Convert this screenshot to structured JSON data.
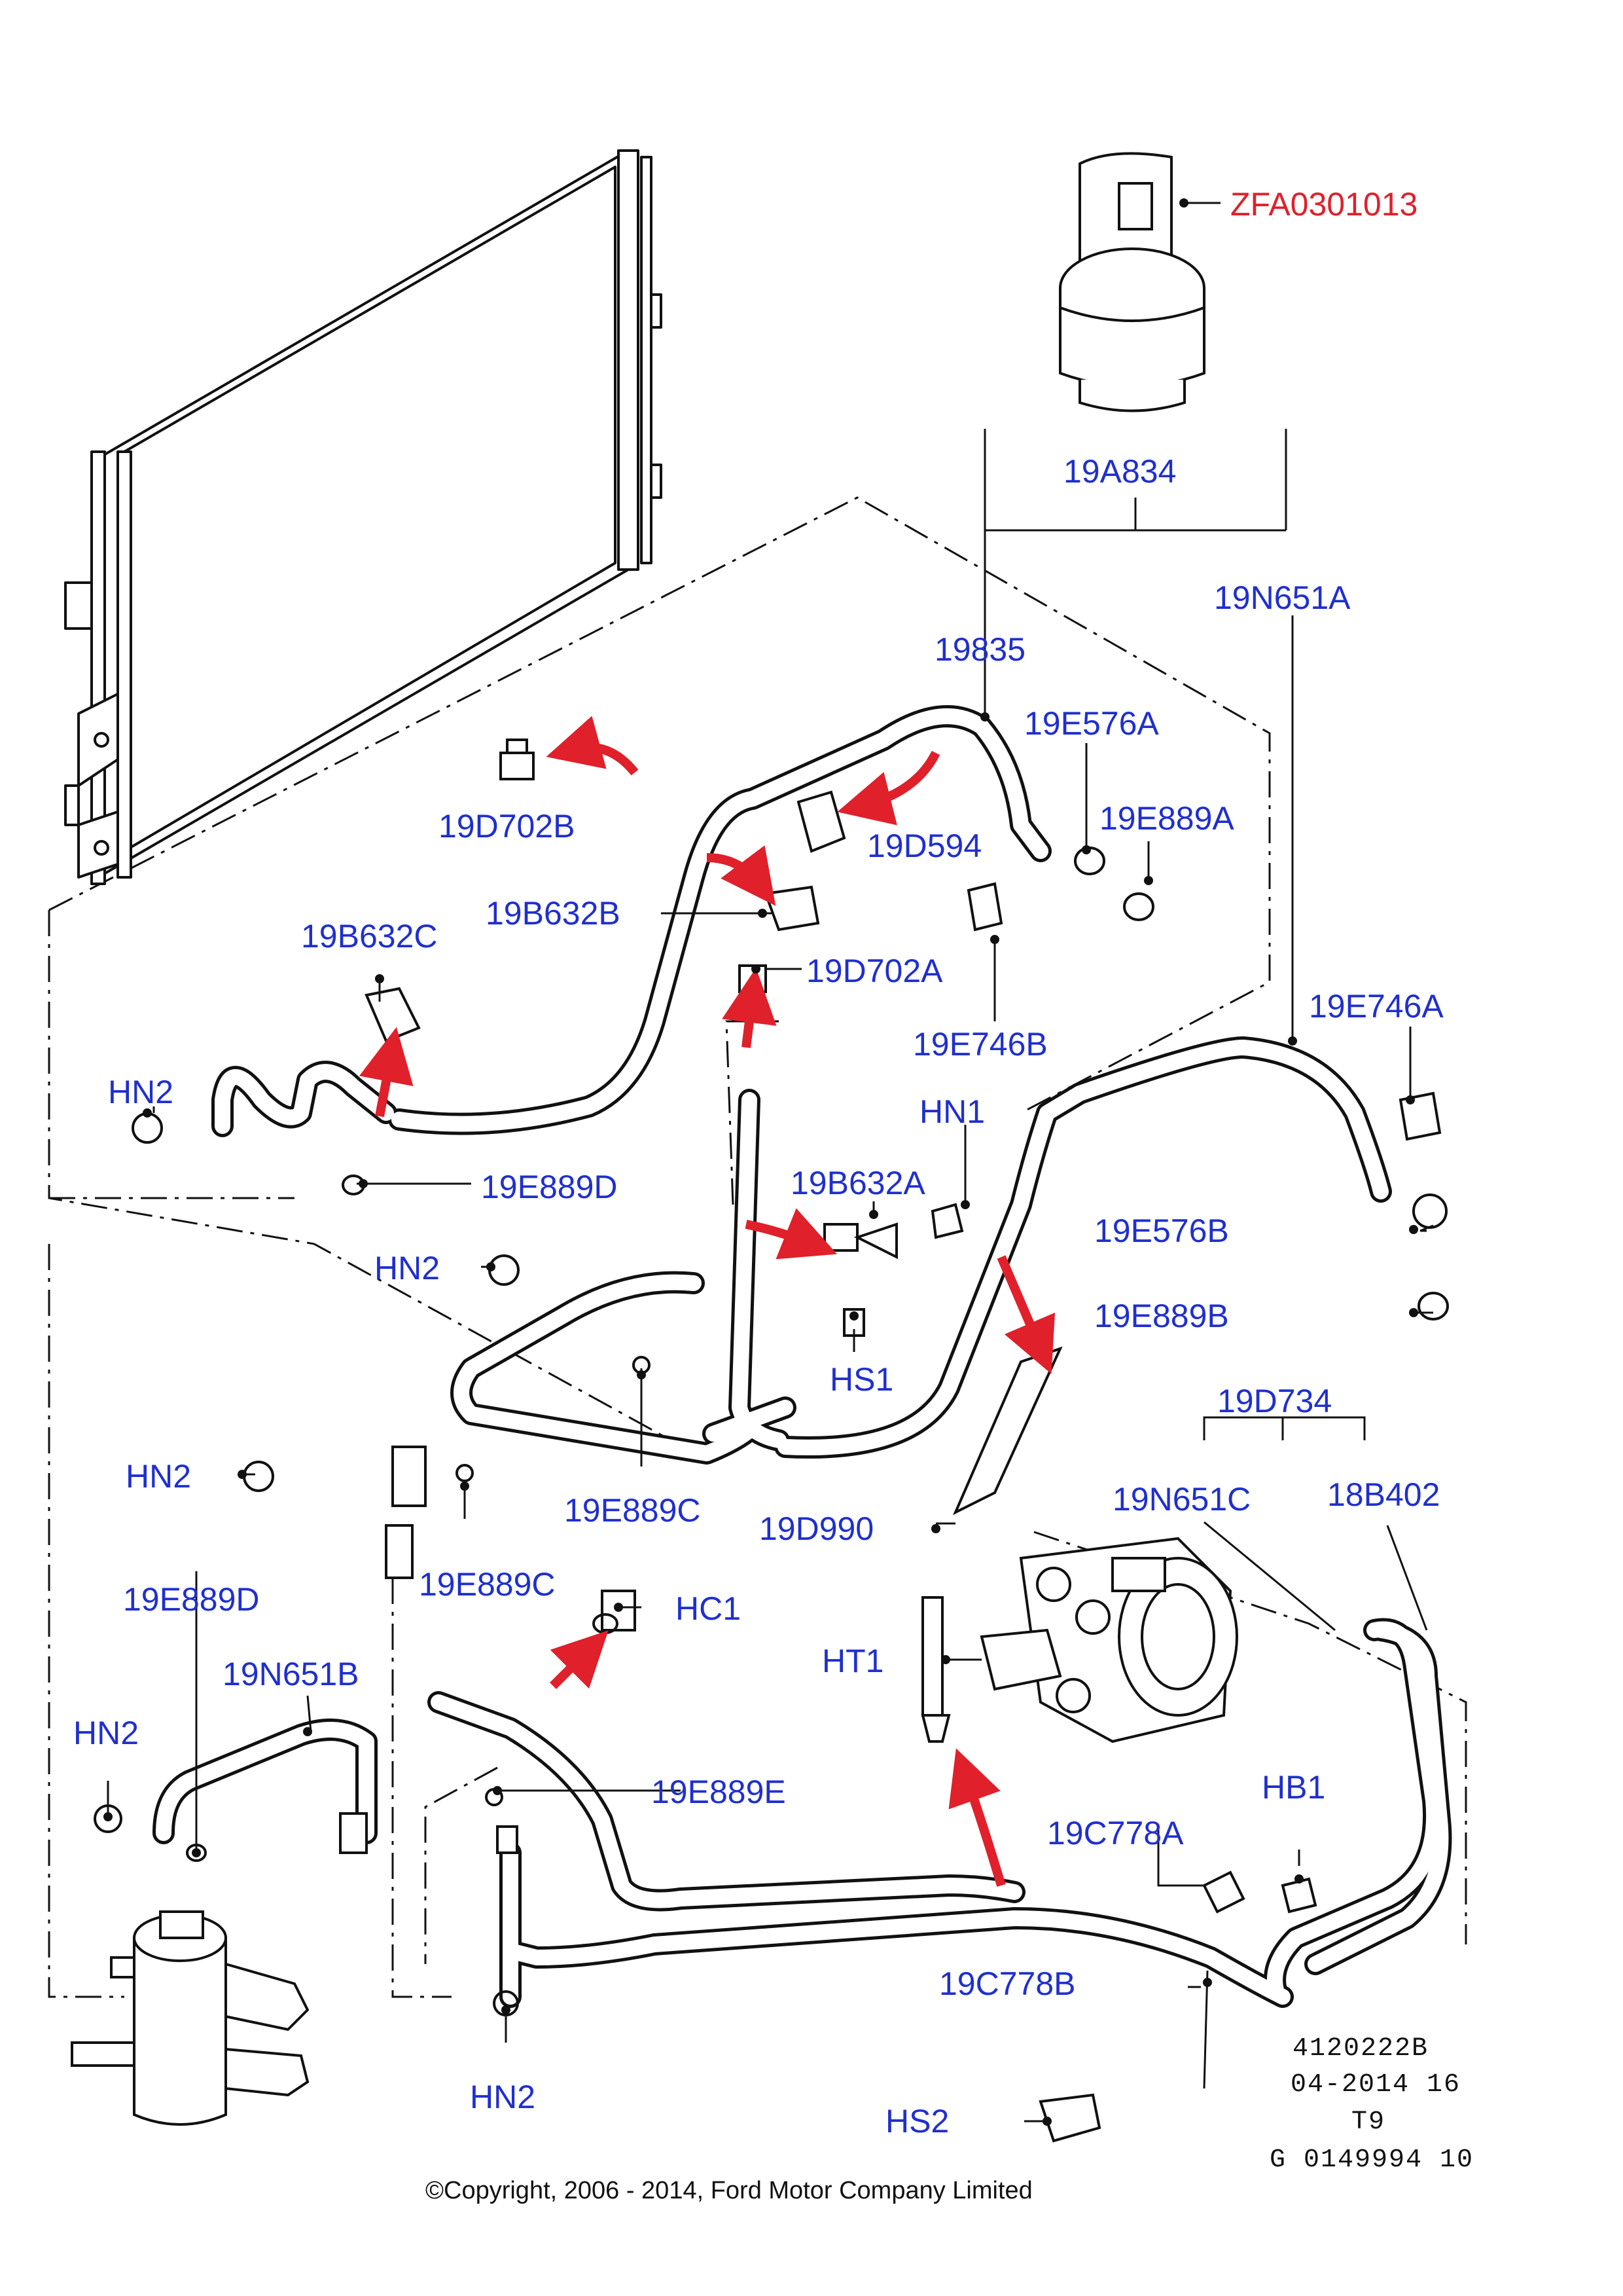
{
  "labels": {
    "zfa0301013": "ZFA0301013",
    "p19a834": "19A834",
    "p19n651a": "19N651A",
    "p19835": "19835",
    "p19e576a": "19E576A",
    "p19d702b": "19D702B",
    "p19d594": "19D594",
    "p19e889a": "19E889A",
    "p19b632b": "19B632B",
    "p19d702a": "19D702A",
    "p19b632c": "19B632C",
    "p19e746b": "19E746B",
    "p19e746a": "19E746A",
    "hn2_a": "HN2",
    "hn1": "HN1",
    "p19e889d_a": "19E889D",
    "p19b632a": "19B632A",
    "p19e576b": "19E576B",
    "hn2_b": "HN2",
    "hs1": "HS1",
    "p19e889b": "19E889B",
    "p19d734": "19D734",
    "hn2_c": "HN2",
    "p19e889c_a": "19E889C",
    "p19d990": "19D990",
    "p19n651c": "19N651C",
    "p18b402": "18B402",
    "p19e889c_b": "19E889C",
    "p19e889d_b": "19E889D",
    "hc1": "HC1",
    "ht1": "HT1",
    "p19n651b": "19N651B",
    "hn2_d": "HN2",
    "p19e889e": "19E889E",
    "hb1": "HB1",
    "p19c778a": "19C778A",
    "p19c778b": "19C778B",
    "hn2_e": "HN2",
    "hs2": "HS2"
  },
  "meta": {
    "line1": "4120222B",
    "line2": "04-2014 16",
    "line3": "T9",
    "line4": "G 0149994 10"
  },
  "copyright": "©Copyright, 2006 - 2014, Ford Motor Company Limited",
  "colors": {
    "label": "#1f2fcf",
    "highlight_label": "#e0202a",
    "arrow": "#e0202a",
    "line": "#111111"
  }
}
